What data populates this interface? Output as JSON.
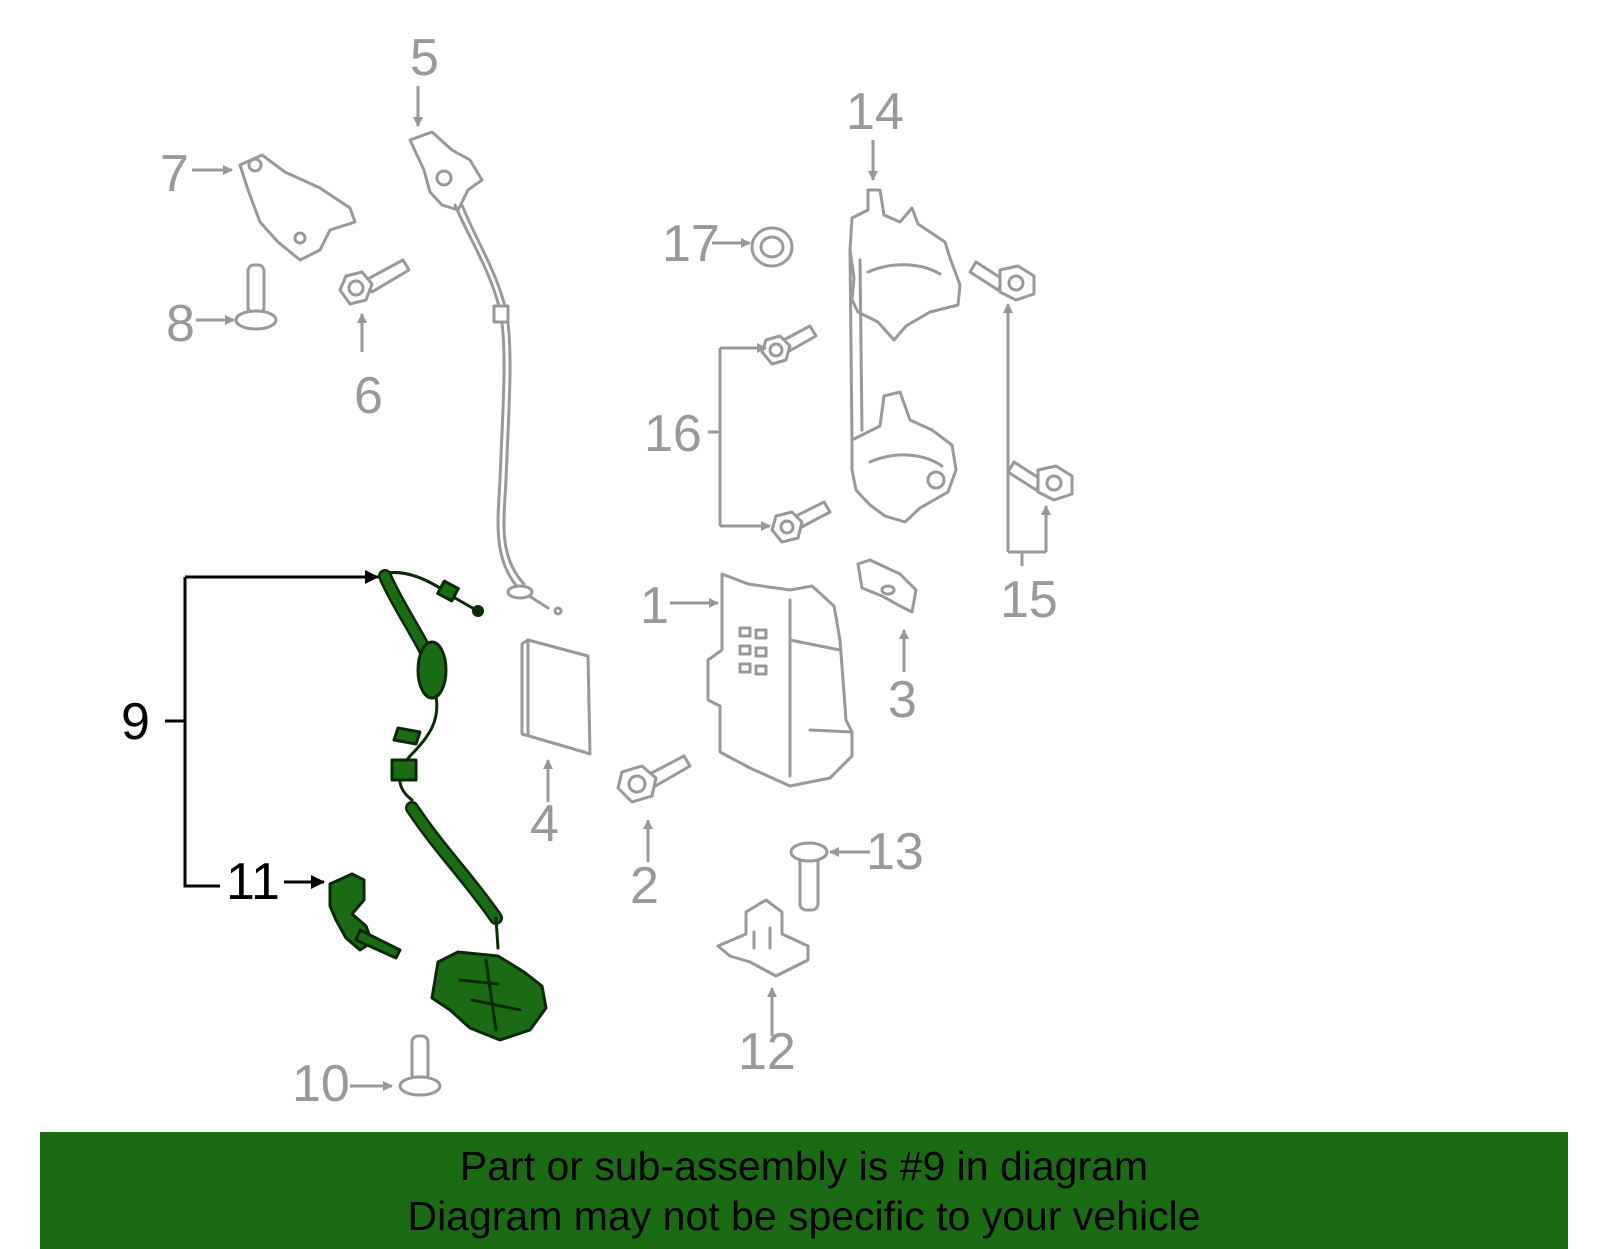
{
  "callouts": {
    "c1": "1",
    "c2": "2",
    "c3": "3",
    "c4": "4",
    "c5": "5",
    "c6": "6",
    "c7": "7",
    "c8": "8",
    "c9": "9",
    "c10": "10",
    "c11": "11",
    "c12": "12",
    "c13": "13",
    "c14": "14",
    "c15": "15",
    "c16": "16",
    "c17": "17"
  },
  "banner": {
    "line1": "Part or sub-assembly is #9 in diagram",
    "line2": "Diagram may not be specific to your vehicle"
  },
  "colors": {
    "highlight": "#1a6b14",
    "part_line": "#999999",
    "active_label": "#000000"
  }
}
